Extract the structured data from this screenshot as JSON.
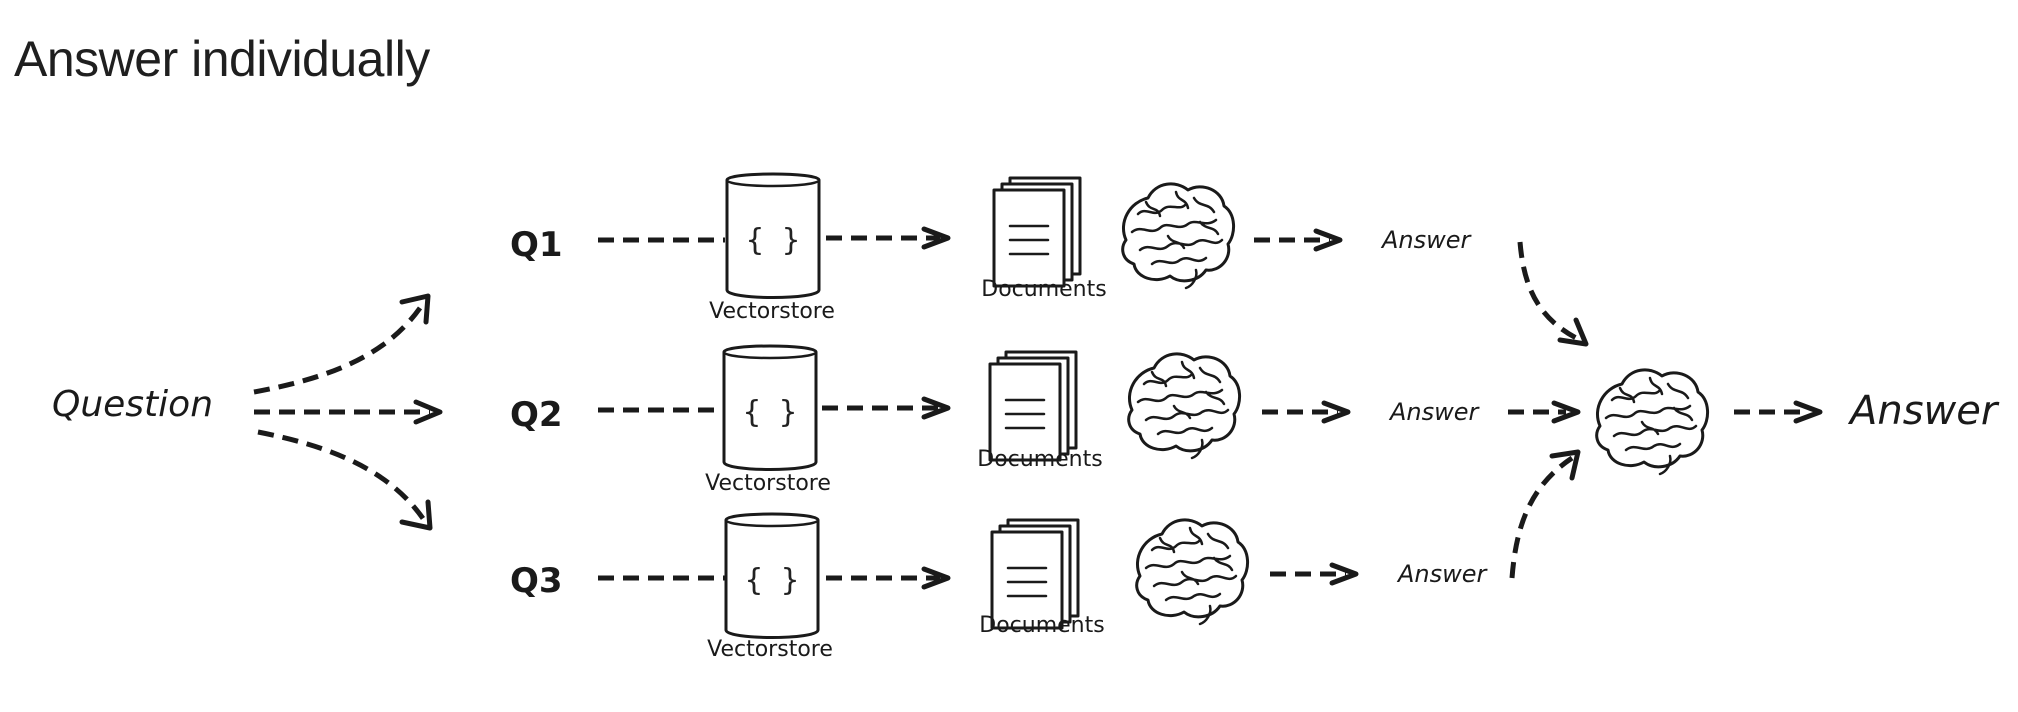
{
  "page": {
    "title": "Answer individually"
  },
  "diagram": {
    "input_label": "Question",
    "queries": [
      {
        "label": "Q1",
        "store_label": "Vectorstore",
        "docs_label": "Documents",
        "answer_label": "Answer"
      },
      {
        "label": "Q2",
        "store_label": "Vectorstore",
        "docs_label": "Documents",
        "answer_label": "Answer"
      },
      {
        "label": "Q3",
        "store_label": "Vectorstore",
        "docs_label": "Documents",
        "answer_label": "Answer"
      }
    ],
    "store_symbol": "{ }",
    "final_answer_label": "Answer"
  }
}
